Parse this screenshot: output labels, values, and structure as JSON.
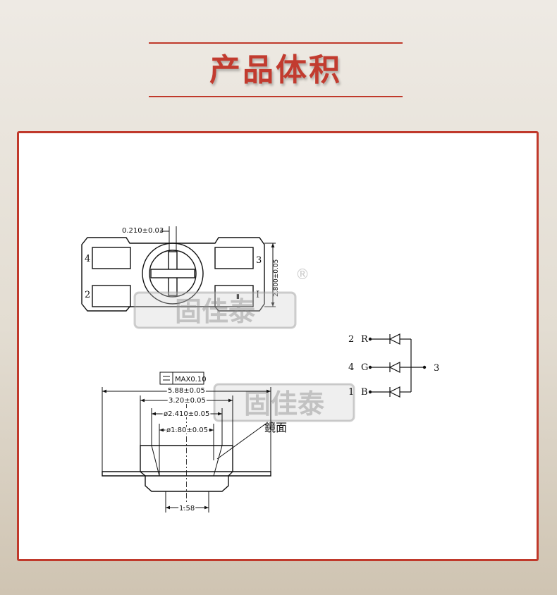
{
  "header": {
    "title": "产品体积"
  },
  "top_view": {
    "dim_pad_gap": "0.210±0.03",
    "dim_height": "2.800±0.05",
    "pin_labels": [
      "4",
      "3",
      "2",
      "I"
    ],
    "cathode_mark": "▮"
  },
  "watermark": {
    "brand": "固佳泰",
    "registered": "®"
  },
  "side_view": {
    "flatness": "MAX0.10",
    "dim_total": "5.88±0.05",
    "dim_body": "3.20±0.05",
    "dim_lens_outer": "ø2.410±0.05",
    "dim_lens_inner": "ø1.80±0.05",
    "dim_bottom": "1.58",
    "mirror_label": "鏡面"
  },
  "schematic": {
    "rows": [
      {
        "pin": "2",
        "color": "R"
      },
      {
        "pin": "4",
        "color": "G"
      },
      {
        "pin": "1",
        "color": "B"
      }
    ],
    "common_pin": "3"
  },
  "colors": {
    "accent": "#c0392b",
    "line": "#111111"
  }
}
